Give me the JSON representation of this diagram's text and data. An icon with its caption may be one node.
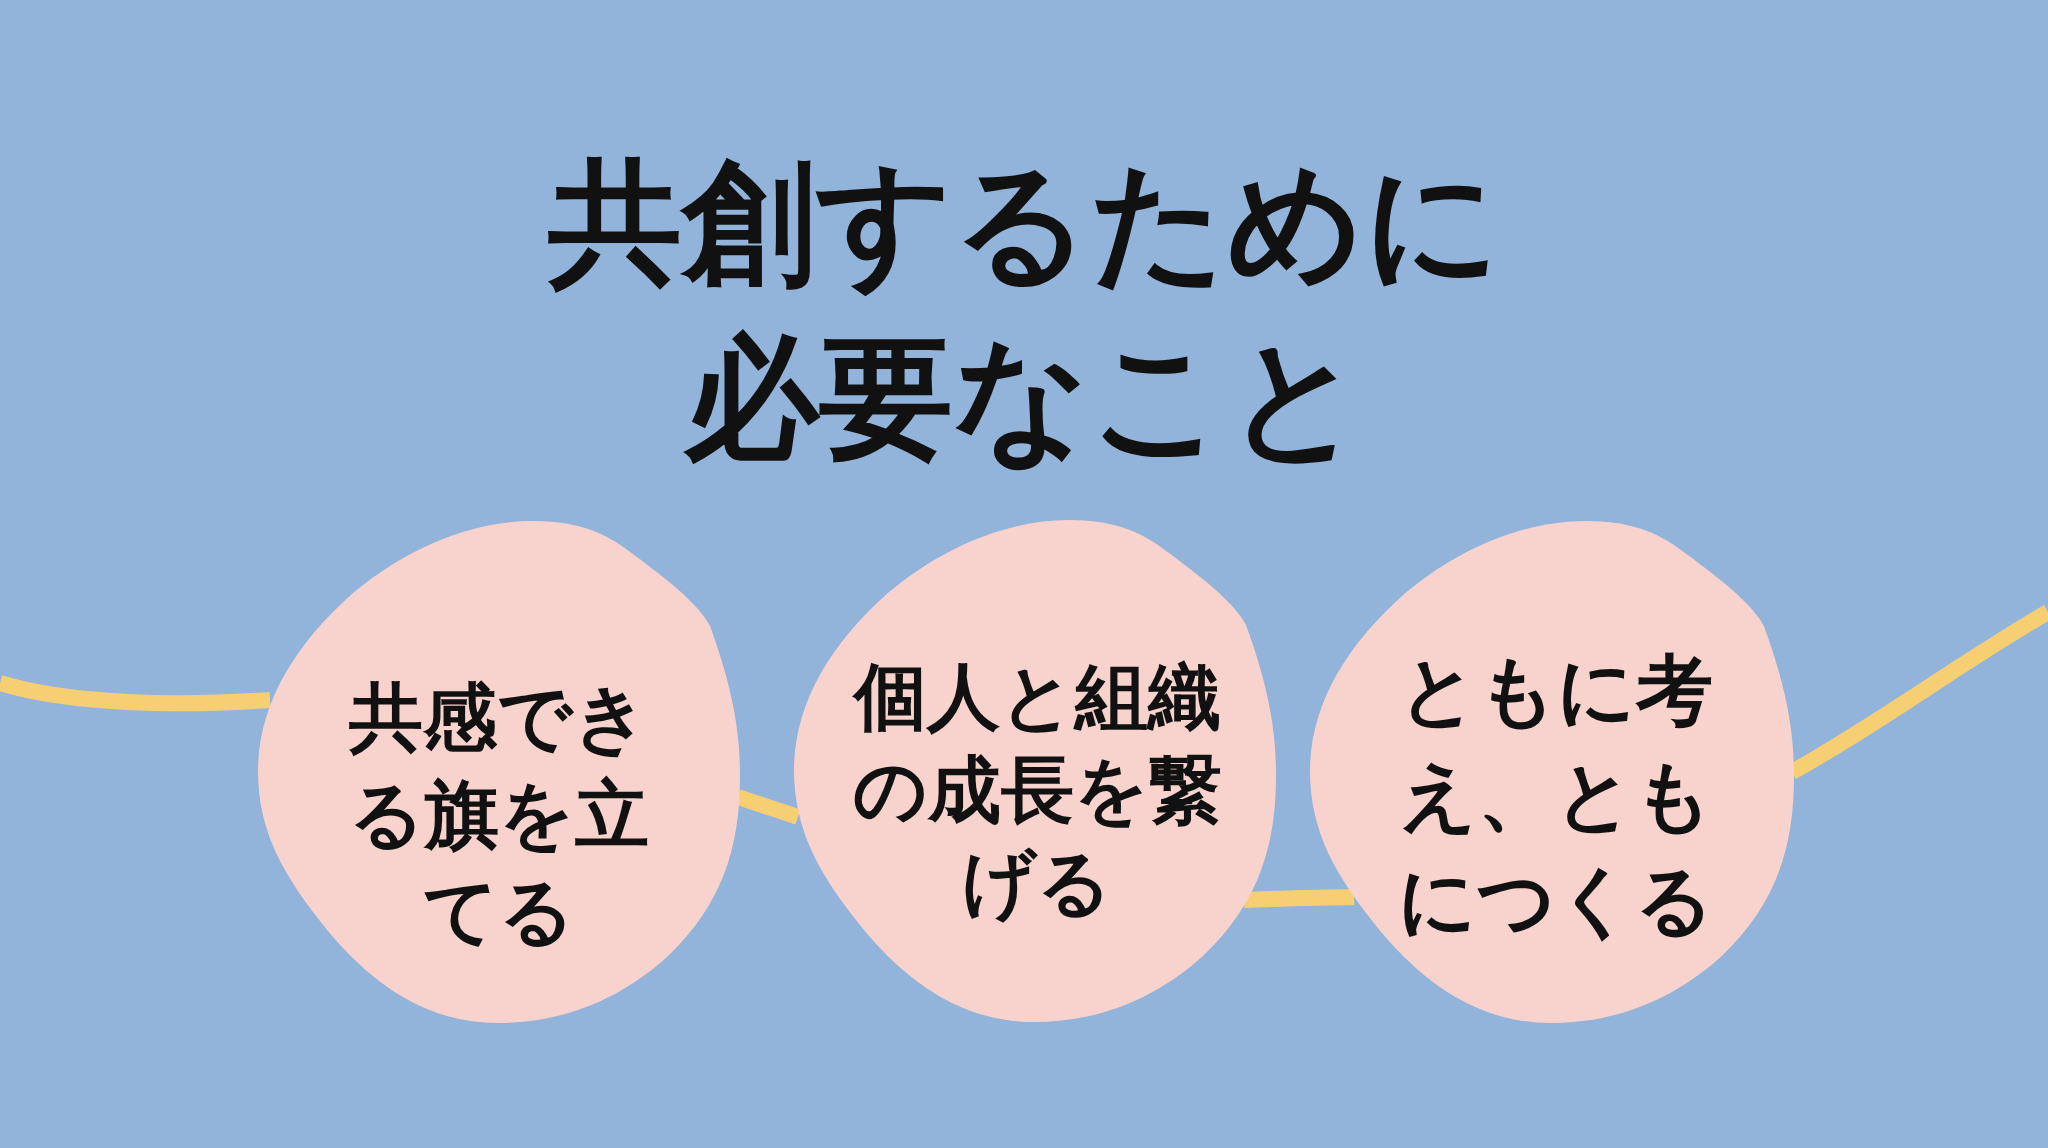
{
  "diagram": {
    "title": "共創するために必要なこと",
    "nodes": [
      {
        "text": [
          "共感できる旗を立てる"
        ]
      },
      {
        "text": [
          "個人と組織の成長を繋げる"
        ]
      },
      {
        "text": [
          "ともに考え、ともにつくる"
        ]
      }
    ],
    "edges": [
      {
        "from": null,
        "to": 0,
        "arrow": "none"
      },
      {
        "from": 0,
        "to": 1,
        "arrow": "none"
      },
      {
        "from": 1,
        "to": 2,
        "arrow": "none"
      },
      {
        "from": 2,
        "to": null,
        "arrow": "none"
      }
    ]
  }
}
